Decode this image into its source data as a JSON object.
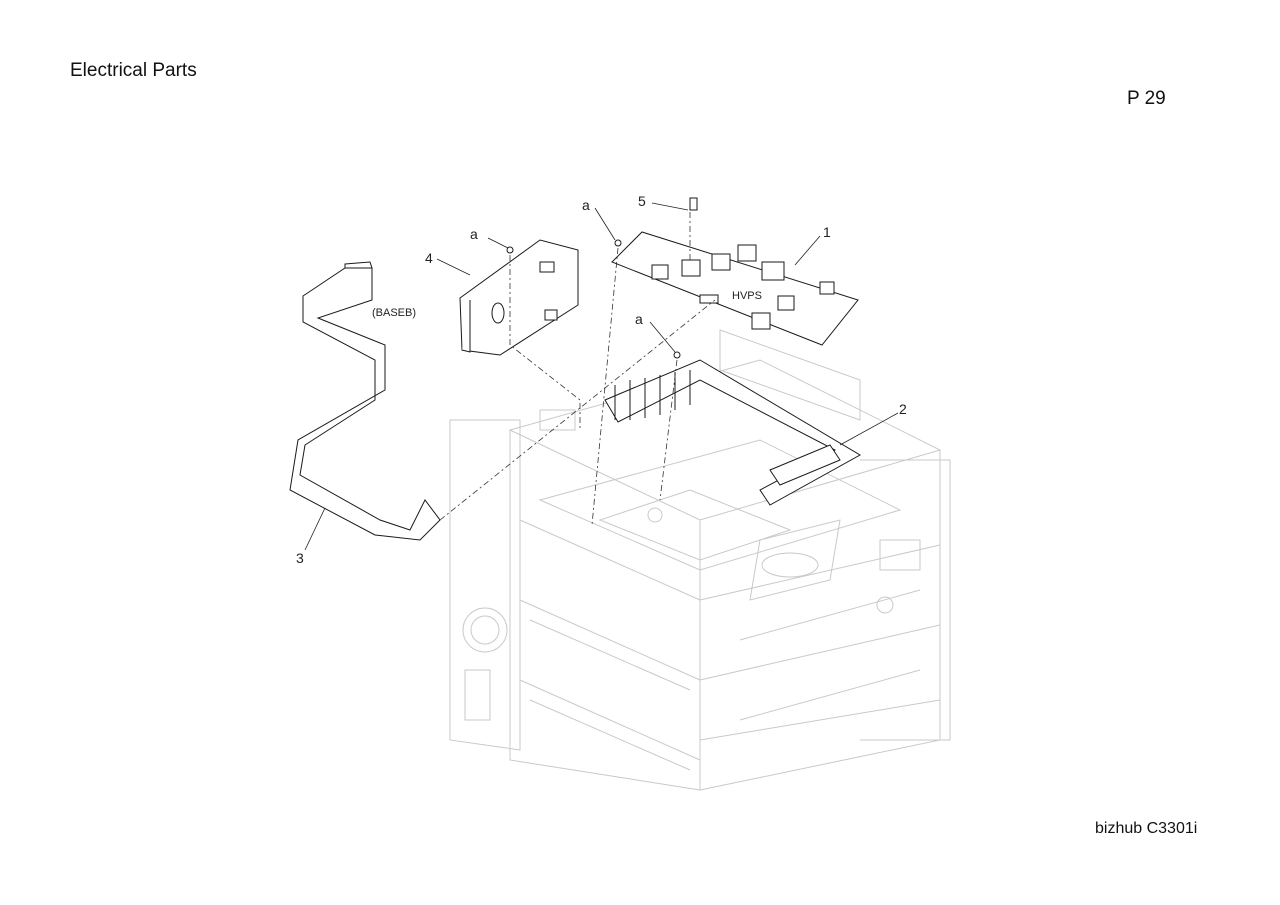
{
  "header": {
    "title": "Electrical Parts",
    "page": "P 29"
  },
  "footer": {
    "model": "bizhub C3301i"
  },
  "callouts": {
    "part1": "1",
    "part2": "2",
    "part3": "3",
    "part4": "4",
    "part5": "5",
    "screw_a": "a"
  },
  "labels": {
    "baseb": "(BASEB)",
    "hvps": "HVPS"
  }
}
